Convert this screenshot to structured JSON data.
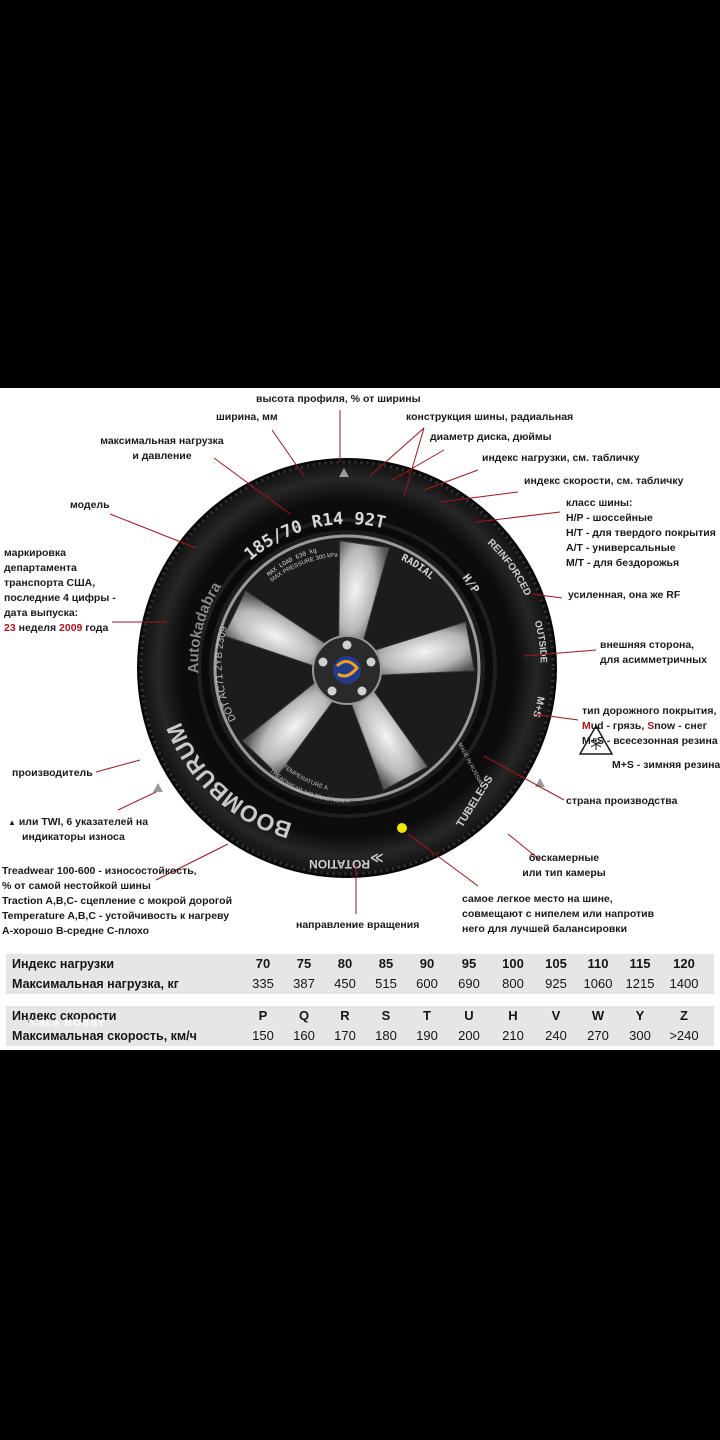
{
  "tire": {
    "size": "185/70 R14 92T",
    "radial": "RADIAL",
    "hp": "H/P",
    "max_load": "MAX LOAD 630 kg",
    "max_pressure": "MAX PRESSURE 300 kPa",
    "model": "Autokadabra",
    "dot": "DOT AC71 2YB 2309",
    "brand": "BOOMBURUM",
    "reinforced": "REINFORCED",
    "outside": "OUTSIDE",
    "ms": "M+S",
    "made_in": "MADE IN RUSSIA",
    "tubeless": "TUBELESS",
    "rotation": "ROTATION",
    "treadwear": "TREADWEAR 340 TRACTION A",
    "temperature": "TEMPERATURE A"
  },
  "labels": {
    "profile_height": "высота профиля, % от ширины",
    "width": "ширина, мм",
    "construction": "конструкция шины, радиальная",
    "max_load_1": "максимальная нагрузка",
    "max_load_2": "и давление",
    "disk_diameter": "диаметр диска, дюймы",
    "load_index": "индекс нагрузки, см. табличку",
    "speed_index": "индекс скорости, см. табличку",
    "model": "модель",
    "class_title": "класс шины:",
    "class_hp": "H/P - шоссейные",
    "class_ht": "H/T - для твердого покрытия",
    "class_at": "A/T - универсальные",
    "class_mt": "M/T - для бездорожья",
    "dot_1": "маркировка",
    "dot_2": "департамента",
    "dot_3": "транспорта США,",
    "dot_4": "последние 4 цифры -",
    "dot_5": "дата выпуска:",
    "dot_6_a": "23",
    "dot_6_b": " неделя ",
    "dot_6_c": "2009",
    "dot_6_d": " года",
    "reinforced": "усиленная, она же RF",
    "outside_1": "внешняя сторона,",
    "outside_2": "для асимметричных",
    "road_1": "тип дорожного покрытия,",
    "road_2_a": "M",
    "road_2_b": "ud - грязь, ",
    "road_2_c": "S",
    "road_2_d": "now - снег",
    "road_3": "M+S - всесезонная резина",
    "winter": "M+S - зимняя резина",
    "manufacturer": "производитель",
    "country": "страна производства",
    "twi_1": "или TWI, 6 указателей на",
    "twi_2": "индикаторы износа",
    "tubeless_1": "бескамерные",
    "tubeless_2": "или тип камеры",
    "treadwear_1": "Treadwear 100-600 - износостойкость,",
    "treadwear_2": "% от самой нестойкой шины",
    "treadwear_3": "Traction A,B,C- сцепление с мокрой дорогой",
    "treadwear_4": "Temperature A,B,C - устойчивость к нагреву",
    "treadwear_5": "A-хорошо B-средне C-плохо",
    "rotation": "направление вращения",
    "light_1": "самое легкое место на шине,",
    "light_2": "совмещают с нипелем или напротив",
    "light_3": "него для лучшей балансировки"
  },
  "load_table": {
    "index_label": "Индекс нагрузки",
    "max_label": "Максимальная нагрузка, кг",
    "indices": [
      "70",
      "75",
      "80",
      "85",
      "90",
      "95",
      "100",
      "105",
      "110",
      "115",
      "120"
    ],
    "max": [
      "335",
      "387",
      "450",
      "515",
      "600",
      "690",
      "800",
      "925",
      "1060",
      "1215",
      "1400"
    ]
  },
  "speed_table": {
    "index_label": "Индекс скорости",
    "max_label": "Максимальная скорость, км/ч",
    "indices": [
      "P",
      "Q",
      "R",
      "S",
      "T",
      "U",
      "H",
      "V",
      "W",
      "Y",
      "Z"
    ],
    "max": [
      "150",
      "160",
      "170",
      "180",
      "190",
      "200",
      "210",
      "240",
      "270",
      "300",
      ">240"
    ]
  },
  "watermark": "MaLe HOBBY",
  "colors": {
    "accent_red": "#b3121b",
    "tire": "#151515",
    "label_line": "#a5141c",
    "yellow_dot": "#f2e600"
  }
}
